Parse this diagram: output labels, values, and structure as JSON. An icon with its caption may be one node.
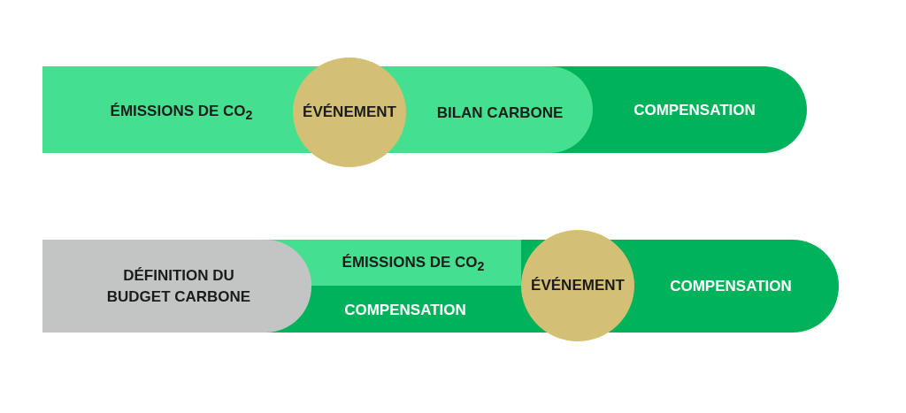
{
  "diagram": {
    "nodes": [
      {
        "text": [
          "ÉMISSIONS DE CO$_{2}$"
        ]
      },
      {
        "text": [
          "ÉVÉNEMENT"
        ]
      },
      {
        "text": [
          "BILAN CARBONE"
        ]
      },
      {
        "text": [
          "COMPENSATION"
        ]
      },
      {
        "text": [
          "DÉFINITION DU BUDGET CARBONE"
        ]
      },
      {
        "text": [
          "ÉMISSIONS DE CO$_{2}$"
        ]
      },
      {
        "text": [
          "COMPENSATION"
        ]
      },
      {
        "text": [
          "ÉVÉNEMENT"
        ]
      },
      {
        "text": [
          "COMPENSATION"
        ]
      }
    ]
  }
}
